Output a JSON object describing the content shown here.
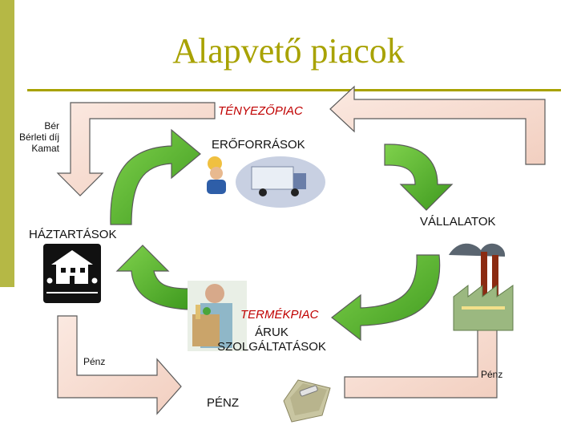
{
  "title": "Alapvető piacok",
  "factor_market": {
    "name": "TÉNYEZŐPIAC",
    "label": "ERŐFORRÁSOK",
    "income_items": [
      "Bér",
      "Bérleti díj",
      "Kamat"
    ]
  },
  "households": {
    "label": "HÁZTARTÁSOK"
  },
  "firms": {
    "label": "VÁLLALATOK"
  },
  "product_market": {
    "name": "TERMÉKPIAC",
    "line1": "ÁRUK",
    "line2": "SZOLGÁLTATÁSOK"
  },
  "money": {
    "label": "PÉNZ",
    "left_flow": "Pénz",
    "right_flow": "Pénz"
  },
  "colors": {
    "accent": "#a8a200",
    "sidebar": "#b5b845",
    "green_arrow": "#5ab52e",
    "flow_arrow": "#f7dcd0",
    "market_name": "#c00000"
  }
}
